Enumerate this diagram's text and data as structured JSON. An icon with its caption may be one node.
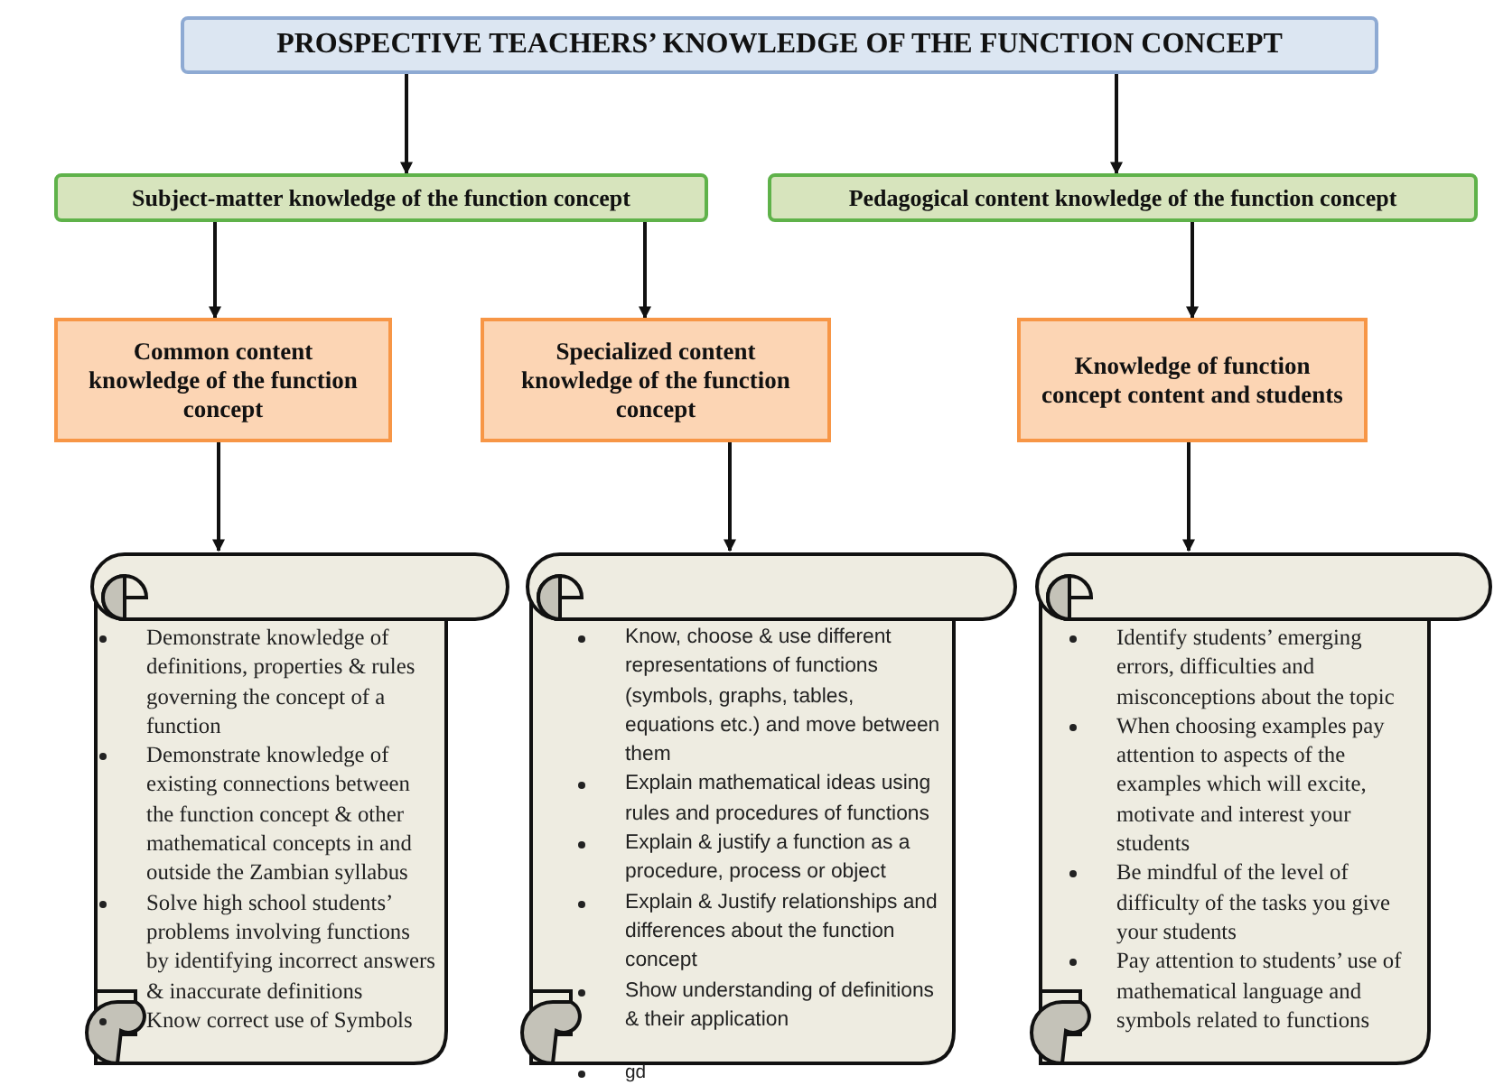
{
  "diagram": {
    "nodes": [
      {
        "text": [
          "PROSPECTIVE TEACHERS’ KNOWLEDGE OF THE FUNCTION CONCEPT"
        ]
      },
      {
        "text": [
          "Subject-matter knowledge of the function concept"
        ]
      },
      {
        "text": [
          "Pedagogical content knowledge of the function concept"
        ]
      },
      {
        "text": [
          "Common content knowledge of the function concept"
        ]
      },
      {
        "text": [
          "Specialized content knowledge of the function concept"
        ]
      },
      {
        "text": [
          "Knowledge of function concept content and students"
        ]
      },
      {
        "text": [
          "Demonstrate knowledge of definitions, properties & rules governing the concept of a function",
          "Demonstrate knowledge of existing connections between the function concept & other mathematical concepts in and outside the Zambian syllabus",
          "Solve high school students’ problems involving functions by identifying incorrect answers & inaccurate definitions",
          "Know correct use of Symbols"
        ]
      },
      {
        "text": [
          "Know, choose & use different representations of functions (symbols, graphs, tables, equations etc.) and move between them",
          "Explain mathematical ideas using rules and procedures of functions",
          "Explain & justify a function as a procedure, process or object",
          "Explain & Justify relationships and differences about the function concept",
          "Show understanding of definitions & their application"
        ],
        "beside": [
          "gd"
        ]
      },
      {
        "text": [
          "Identify students’ emerging errors, difficulties and misconceptions about the topic",
          "When choosing examples pay attention to aspects of the examples which will excite, motivate and interest your students",
          "Be mindful of the level of difficulty of the tasks you give your students",
          "Pay attention to students’ use of mathematical language and symbols related to functions"
        ]
      }
    ],
    "edges": [
      {
        "from": 0,
        "to": 1,
        "arrow": "to"
      },
      {
        "from": 0,
        "to": 2,
        "arrow": "to"
      },
      {
        "from": 1,
        "to": 3,
        "arrow": "to"
      },
      {
        "from": 1,
        "to": 4,
        "arrow": "to"
      },
      {
        "from": 2,
        "to": 5,
        "arrow": "to"
      },
      {
        "from": 3,
        "to": 6,
        "arrow": "to"
      },
      {
        "from": 4,
        "to": 7,
        "arrow": "to"
      },
      {
        "from": 5,
        "to": 8,
        "arrow": "to"
      }
    ]
  }
}
